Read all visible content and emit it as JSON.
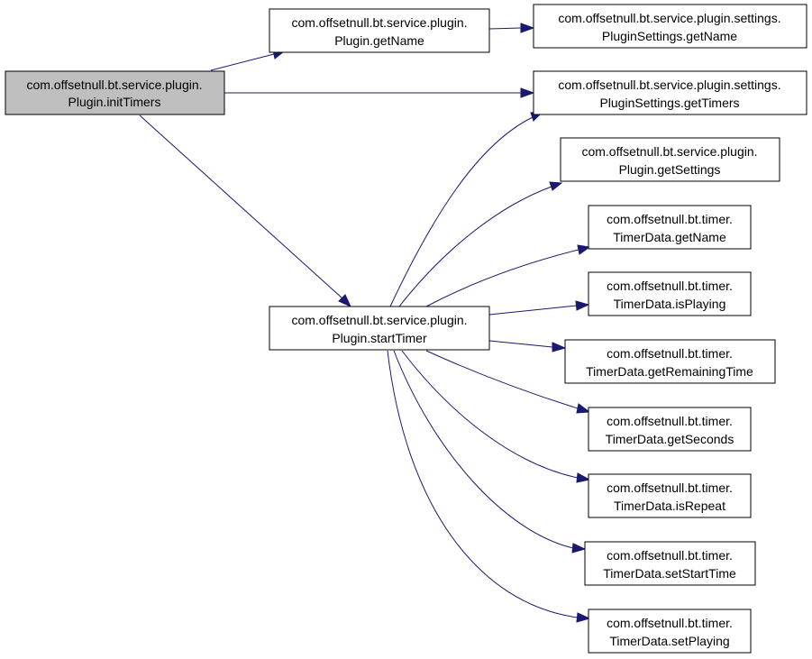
{
  "colors": {
    "edge": "#191970",
    "root_fill": "#bfbfbf",
    "node_fill": "#ffffff",
    "node_border": "#000000"
  },
  "nodes": {
    "initTimers": {
      "line1": "com.offsetnull.bt.service.plugin.",
      "line2": "Plugin.initTimers"
    },
    "getName": {
      "line1": "com.offsetnull.bt.service.plugin.",
      "line2": "Plugin.getName"
    },
    "settingsGetName": {
      "line1": "com.offsetnull.bt.service.plugin.settings.",
      "line2": "PluginSettings.getName"
    },
    "settingsGetTimers": {
      "line1": "com.offsetnull.bt.service.plugin.settings.",
      "line2": "PluginSettings.getTimers"
    },
    "getSettings": {
      "line1": "com.offsetnull.bt.service.plugin.",
      "line2": "Plugin.getSettings"
    },
    "startTimer": {
      "line1": "com.offsetnull.bt.service.plugin.",
      "line2": "Plugin.startTimer"
    },
    "timerGetName": {
      "line1": "com.offsetnull.bt.timer.",
      "line2": "TimerData.getName"
    },
    "isPlaying": {
      "line1": "com.offsetnull.bt.timer.",
      "line2": "TimerData.isPlaying"
    },
    "getRemainingTime": {
      "line1": "com.offsetnull.bt.timer.",
      "line2": "TimerData.getRemainingTime"
    },
    "getSeconds": {
      "line1": "com.offsetnull.bt.timer.",
      "line2": "TimerData.getSeconds"
    },
    "isRepeat": {
      "line1": "com.offsetnull.bt.timer.",
      "line2": "TimerData.isRepeat"
    },
    "setStartTime": {
      "line1": "com.offsetnull.bt.timer.",
      "line2": "TimerData.setStartTime"
    },
    "setPlaying": {
      "line1": "com.offsetnull.bt.timer.",
      "line2": "TimerData.setPlaying"
    }
  }
}
